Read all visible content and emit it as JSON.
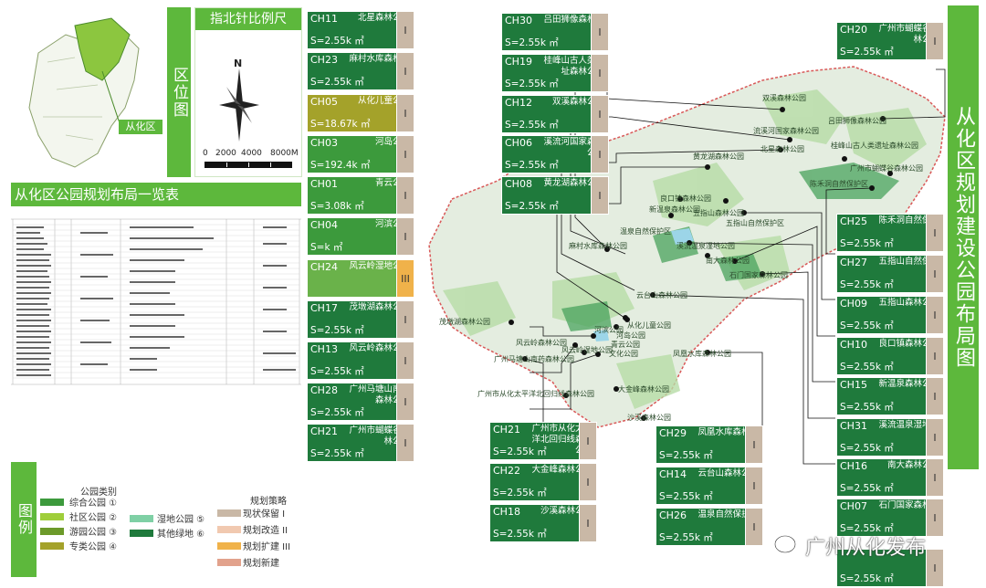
{
  "colors": {
    "green": "#5db83c",
    "dark": "#1f7a3c",
    "olive": "#a4a22a",
    "tag": "#c9b8a6",
    "tag_yellow": "#f0b24a"
  },
  "panels": {
    "locator_title": "区位图",
    "locator_label": "从化区",
    "compass_title": "指北针比例尺",
    "north": "N",
    "scale_labels": [
      "0",
      "2000",
      "4000",
      "8000M"
    ],
    "table_title": "从化区公园规划布局一览表",
    "main_title": "从化区规划建设公园布局图",
    "legend_title": "图例"
  },
  "cards": [
    {
      "code": "CH11",
      "name": "北星森林公园",
      "area": "S=2.55k ㎡",
      "type": "⑥",
      "tag": "I"
    },
    {
      "code": "CH23",
      "name": "麻村水库森林公园",
      "area": "S=2.55k ㎡",
      "type": "⑥",
      "tag": "I"
    },
    {
      "code": "CH05",
      "name": "从化儿童公园",
      "area": "S=18.67k ㎡",
      "type": "④",
      "tag": "I"
    },
    {
      "code": "CH03",
      "name": "河岛公园",
      "area": "S=192.4k ㎡",
      "type": "①",
      "tag": "I"
    },
    {
      "code": "CH01",
      "name": "青云公园",
      "area": "S=3.08k ㎡",
      "type": "①",
      "tag": "I"
    },
    {
      "code": "CH04",
      "name": "河滨公园",
      "area": "S=k ㎡",
      "type": "①",
      "tag": "I"
    },
    {
      "code": "CH24",
      "name": "风云岭湿地公园",
      "area": "",
      "type": "",
      "tag": "III"
    },
    {
      "code": "CH17",
      "name": "茂墩湖森林公园",
      "area": "S=2.55k ㎡",
      "type": "⑥",
      "tag": "I"
    },
    {
      "code": "CH13",
      "name": "风云岭森林公园",
      "area": "S=2.55k ㎡",
      "type": "⑥",
      "tag": "I"
    },
    {
      "code": "CH28",
      "name": "广州马塘山南药森林公园",
      "area": "S=2.55k ㎡",
      "type": "⑥",
      "tag": "I"
    },
    {
      "code": "CH21",
      "name": "广州市蝴蝶谷森林公园",
      "area": "S=2.55k ㎡",
      "type": "⑥",
      "tag": "I"
    },
    {
      "code": "CH30",
      "name": "吕田狮像森林公园",
      "area": "S=2.55k ㎡",
      "type": "⑥",
      "tag": "I"
    },
    {
      "code": "CH19",
      "name": "桂峰山古人类遗址森林公园",
      "area": "S=2.55k ㎡",
      "type": "⑥",
      "tag": "I"
    },
    {
      "code": "CH12",
      "name": "双溪森林公园",
      "area": "S=2.55k ㎡",
      "type": "⑥",
      "tag": "I"
    },
    {
      "code": "CH06",
      "name": "溪流河国家森林公园",
      "area": "S=2.55k ㎡",
      "type": "⑥",
      "tag": "I"
    },
    {
      "code": "CH08",
      "name": "黄龙湖森林公园",
      "area": "S=2.55k ㎡",
      "type": "⑥",
      "tag": "I"
    },
    {
      "code": "CH20",
      "name": "广州市蝴蝶谷森林公园",
      "area": "S=2.55k ㎡",
      "type": "⑥",
      "tag": "I"
    },
    {
      "code": "CH25",
      "name": "陈禾洞自然保护区",
      "area": "S=2.55k ㎡",
      "type": "⑥",
      "tag": "I"
    },
    {
      "code": "CH27",
      "name": "五指山自然保护区",
      "area": "S=2.55k ㎡",
      "type": "⑥",
      "tag": "I"
    },
    {
      "code": "CH09",
      "name": "五指山森林公园",
      "area": "S=2.55k ㎡",
      "type": "⑥",
      "tag": "I"
    },
    {
      "code": "CH10",
      "name": "良口镇森林公园",
      "area": "S=2.55k ㎡",
      "type": "⑥",
      "tag": "I"
    },
    {
      "code": "CH15",
      "name": "新温泉森林公园",
      "area": "S=2.55k ㎡",
      "type": "⑥",
      "tag": "I"
    },
    {
      "code": "CH31",
      "name": "溪流温泉湿地公园",
      "area": "S=2.55k ㎡",
      "type": "⑥",
      "tag": "I"
    },
    {
      "code": "CH16",
      "name": "南大森林公园",
      "area": "S=2.55k ㎡",
      "type": "⑥",
      "tag": "I"
    },
    {
      "code": "CH07",
      "name": "石门国家森林公园",
      "area": "S=2.55k ㎡",
      "type": "⑥",
      "tag": "I"
    },
    {
      "code": "CH21",
      "name": "广州市从化太平洋北回归线森林公园",
      "area": "S=2.55k ㎡",
      "type": "⑥",
      "tag": "I"
    },
    {
      "code": "CH22",
      "name": "大金峰森林公园",
      "area": "S=2.55k ㎡",
      "type": "⑥",
      "tag": "I"
    },
    {
      "code": "CH18",
      "name": "沙溪森林公园",
      "area": "S=2.55k ㎡",
      "type": "⑥",
      "tag": "I"
    },
    {
      "code": "CH29",
      "name": "凤凰水库森林公园",
      "area": "S=2.55k ㎡",
      "type": "⑥",
      "tag": "I"
    },
    {
      "code": "CH14",
      "name": "云台山森林公园",
      "area": "S=2.55k ㎡",
      "type": "⑥",
      "tag": "I"
    },
    {
      "code": "CH26",
      "name": "温泉自然保护区",
      "area": "S=2.55k ㎡",
      "type": "⑥",
      "tag": "I"
    },
    {
      "code": "",
      "name": "",
      "area": "S=2.55k ㎡",
      "type": "⑥",
      "tag": "I"
    }
  ],
  "map_labels": [
    "双溪森林公园",
    "吕田狮像森林公园",
    "流溪河国家森林公园",
    "北星森林公园",
    "桂峰山古人类遗址森林公园",
    "黄龙湖森林公园",
    "广州市蝴蝶谷森林公园",
    "陈禾洞自然保护区",
    "良口镇森林公园",
    "新温泉森林公园",
    "五指山森林公园",
    "五指山自然保护区",
    "麻村水库森林公园",
    "温泉自然保护区",
    "溪流温泉湿地公园",
    "南大森林公园",
    "石门国家森林公园",
    "云台山森林公园",
    "茂墩湖森林公园",
    "从化儿童公园",
    "河岛公园",
    "青云公园",
    "风云岭森林公园",
    "风云岭湿地公园",
    "文化公园",
    "广州马塘山南药森林公园",
    "凤凰水库森林公园",
    "广州市从化太平洋北回归线森林公园",
    "大金峰森林公园",
    "沙溪森林公园",
    "河滨公园"
  ],
  "legend": {
    "col1_title": "公园类别",
    "col1": [
      {
        "label": "综合公园 ①",
        "color": "#3c9a3c"
      },
      {
        "label": "社区公园 ②",
        "color": "#9fce3a"
      },
      {
        "label": "游园公园 ③",
        "color": "#6c9a2a"
      },
      {
        "label": "专类公园 ④",
        "color": "#a4a22a"
      }
    ],
    "col2": [
      {
        "label": "湿地公园 ⑤",
        "color": "#7fd0a5"
      },
      {
        "label": "其他绿地 ⑥",
        "color": "#1f7a3c"
      }
    ],
    "col3_title": "规划策略",
    "col3": [
      {
        "label": "现状保留 I",
        "color": "#c9b8a6"
      },
      {
        "label": "规划改造 II",
        "color": "#f1c9b0"
      },
      {
        "label": "规划扩建 III",
        "color": "#f0b24a"
      },
      {
        "label": "规划新建",
        "color": "#e2a28c"
      }
    ]
  },
  "watermark": "广州从化发布"
}
